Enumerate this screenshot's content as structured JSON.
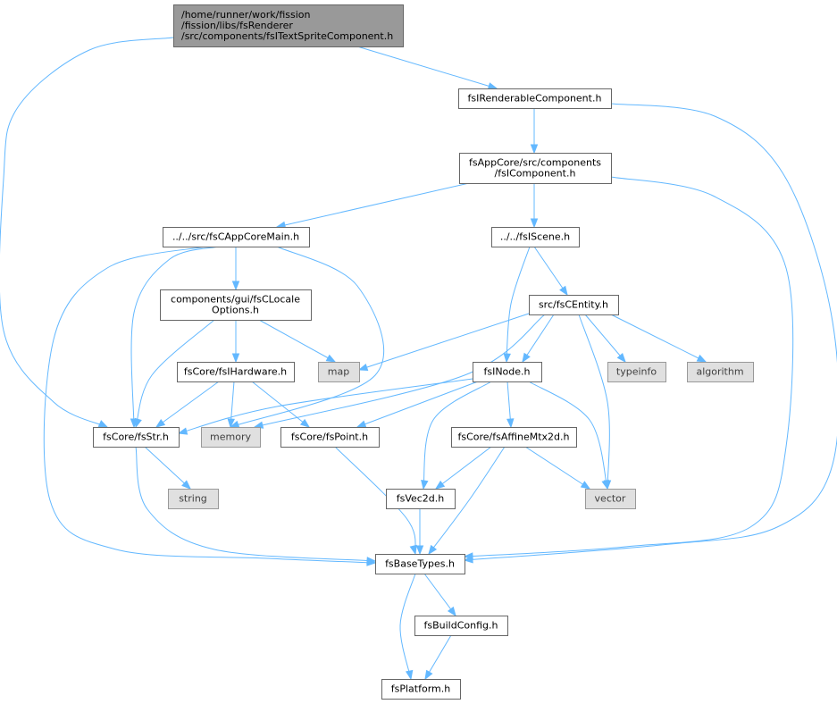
{
  "diagram": {
    "nodes": [
      {
        "id": "root",
        "kind": "root",
        "lines": [
          "/home/runner/work/fission",
          "/fission/libs/fsRenderer",
          "/src/components/fsITextSpriteComponent.h"
        ],
        "align": "start"
      },
      {
        "id": "renderable",
        "kind": "file",
        "lines": [
          "fsIRenderableComponent.h"
        ]
      },
      {
        "id": "icomponent",
        "kind": "file",
        "lines": [
          "fsAppCore/src/components",
          "/fsIComponent.h"
        ]
      },
      {
        "id": "appcoremain",
        "kind": "file",
        "lines": [
          "../../src/fsCAppCoreMain.h"
        ]
      },
      {
        "id": "iscene",
        "kind": "file",
        "lines": [
          "../../fsIScene.h"
        ]
      },
      {
        "id": "locale",
        "kind": "file",
        "lines": [
          "components/gui/fsCLocale",
          "Options.h"
        ]
      },
      {
        "id": "centity",
        "kind": "file",
        "lines": [
          "src/fsCEntity.h"
        ]
      },
      {
        "id": "map",
        "kind": "system",
        "lines": [
          "map"
        ]
      },
      {
        "id": "ihardware",
        "kind": "file",
        "lines": [
          "fsCore/fsIHardware.h"
        ]
      },
      {
        "id": "inode",
        "kind": "file",
        "lines": [
          "fsINode.h"
        ]
      },
      {
        "id": "typeinfo",
        "kind": "system",
        "lines": [
          "typeinfo"
        ]
      },
      {
        "id": "algorithm",
        "kind": "system",
        "lines": [
          "algorithm"
        ]
      },
      {
        "id": "fsstr",
        "kind": "file",
        "lines": [
          "fsCore/fsStr.h"
        ]
      },
      {
        "id": "memory",
        "kind": "system",
        "lines": [
          "memory"
        ]
      },
      {
        "id": "fspoint",
        "kind": "file",
        "lines": [
          "fsCore/fsPoint.h"
        ]
      },
      {
        "id": "affine",
        "kind": "file",
        "lines": [
          "fsCore/fsAffineMtx2d.h"
        ]
      },
      {
        "id": "string",
        "kind": "system",
        "lines": [
          "string"
        ]
      },
      {
        "id": "vec2d",
        "kind": "file",
        "lines": [
          "fsVec2d.h"
        ]
      },
      {
        "id": "vector",
        "kind": "system",
        "lines": [
          "vector"
        ]
      },
      {
        "id": "basetypes",
        "kind": "file",
        "lines": [
          "fsBaseTypes.h"
        ]
      },
      {
        "id": "buildconfig",
        "kind": "file",
        "lines": [
          "fsBuildConfig.h"
        ]
      },
      {
        "id": "platform",
        "kind": "file",
        "lines": [
          "fsPlatform.h"
        ]
      }
    ],
    "edges": [
      {
        "from": "root",
        "to": "renderable"
      },
      {
        "from": "root",
        "to": "fsstr"
      },
      {
        "from": "renderable",
        "to": "icomponent"
      },
      {
        "from": "renderable",
        "to": "basetypes"
      },
      {
        "from": "icomponent",
        "to": "appcoremain"
      },
      {
        "from": "icomponent",
        "to": "iscene"
      },
      {
        "from": "icomponent",
        "to": "basetypes"
      },
      {
        "from": "appcoremain",
        "to": "locale"
      },
      {
        "from": "appcoremain",
        "to": "fsstr"
      },
      {
        "from": "appcoremain",
        "to": "memory"
      },
      {
        "from": "appcoremain",
        "to": "basetypes"
      },
      {
        "from": "locale",
        "to": "map"
      },
      {
        "from": "locale",
        "to": "ihardware"
      },
      {
        "from": "locale",
        "to": "fsstr"
      },
      {
        "from": "ihardware",
        "to": "fsstr"
      },
      {
        "from": "ihardware",
        "to": "memory"
      },
      {
        "from": "ihardware",
        "to": "fspoint"
      },
      {
        "from": "iscene",
        "to": "centity"
      },
      {
        "from": "iscene",
        "to": "inode"
      },
      {
        "from": "centity",
        "to": "map"
      },
      {
        "from": "centity",
        "to": "inode"
      },
      {
        "from": "centity",
        "to": "typeinfo"
      },
      {
        "from": "centity",
        "to": "algorithm"
      },
      {
        "from": "centity",
        "to": "memory"
      },
      {
        "from": "centity",
        "to": "vector"
      },
      {
        "from": "inode",
        "to": "fsstr"
      },
      {
        "from": "inode",
        "to": "fspoint"
      },
      {
        "from": "inode",
        "to": "affine"
      },
      {
        "from": "inode",
        "to": "vec2d"
      },
      {
        "from": "inode",
        "to": "vector"
      },
      {
        "from": "fsstr",
        "to": "string"
      },
      {
        "from": "fsstr",
        "to": "basetypes"
      },
      {
        "from": "fspoint",
        "to": "basetypes"
      },
      {
        "from": "affine",
        "to": "vec2d"
      },
      {
        "from": "affine",
        "to": "vector"
      },
      {
        "from": "affine",
        "to": "basetypes"
      },
      {
        "from": "vec2d",
        "to": "basetypes"
      },
      {
        "from": "basetypes",
        "to": "buildconfig"
      },
      {
        "from": "basetypes",
        "to": "platform"
      },
      {
        "from": "buildconfig",
        "to": "platform"
      }
    ]
  }
}
